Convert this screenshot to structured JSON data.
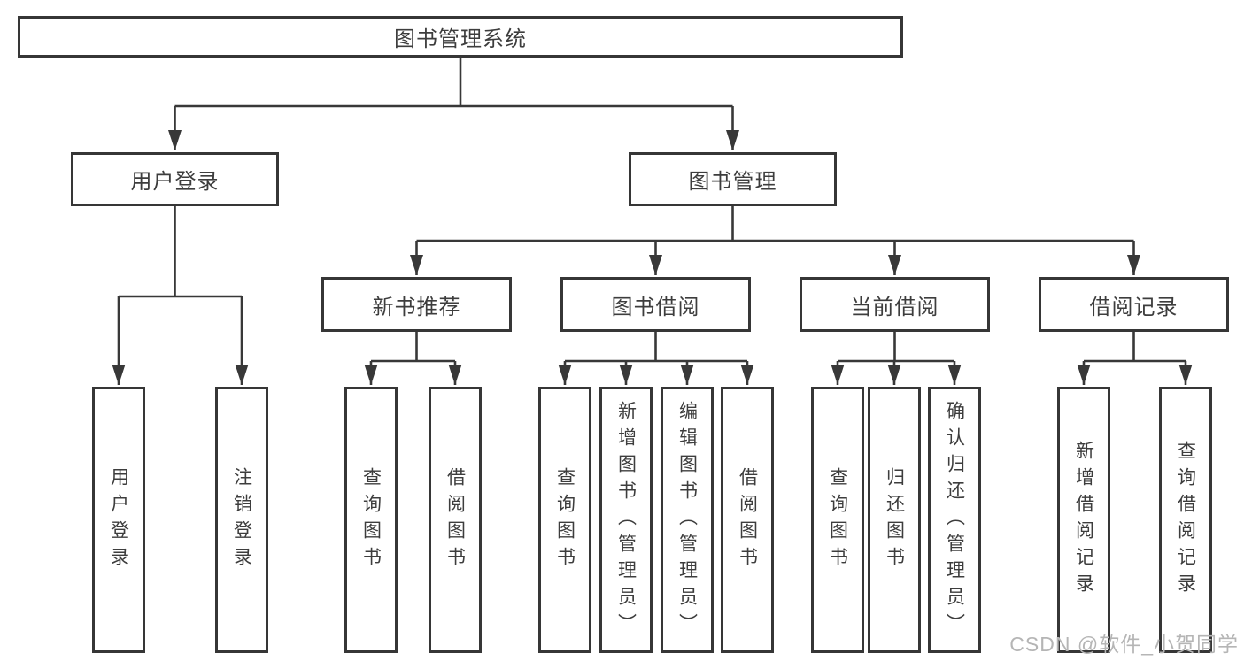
{
  "diagram": {
    "type": "hierarchy-tree",
    "line_color": "#383838",
    "border_color": "#363636",
    "text_color": "#3d3d3d",
    "nodes": {
      "root": "图书管理系统",
      "user_login": "用户登录",
      "book_management": "图书管理",
      "new_book_recommend": "新书推荐",
      "book_borrow": "图书借阅",
      "current_borrow": "当前借阅",
      "borrow_record": "借阅记录",
      "leaf_user_login": "用户登录",
      "leaf_logout": "注销登录",
      "leaf_query_book_recommend": "查询图书",
      "leaf_borrow_book_recommend": "借阅图书",
      "leaf_query_book_borrow": "查询图书",
      "leaf_add_book_admin": "新增图书（管理员）",
      "leaf_edit_book_admin": "编辑图书（管理员）",
      "leaf_borrow_book_borrow": "借阅图书",
      "leaf_query_book_current": "查询图书",
      "leaf_return_book": "归还图书",
      "leaf_confirm_return_admin": "确认归还（管理员）",
      "leaf_add_borrow_record": "新增借阅记录",
      "leaf_query_borrow_record": "查询借阅记录"
    }
  },
  "watermark": "CSDN @软件_小贺同学"
}
